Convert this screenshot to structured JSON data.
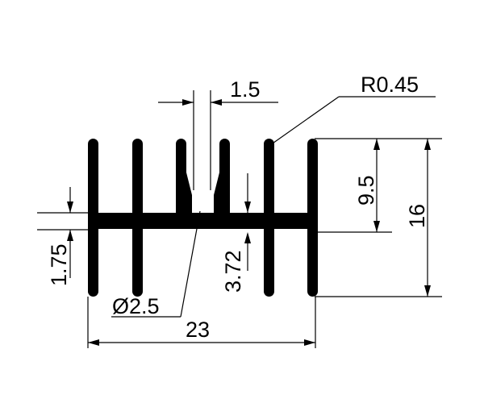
{
  "drawing": {
    "labels": {
      "slot_width": "1.5",
      "fillet_radius": "R0.45",
      "height_upper": "9.5",
      "height_total": "16",
      "base_thickness": "1.75",
      "lower_fin_height": "3.72",
      "hole_diameter": "Ø2.5",
      "total_width": "23"
    },
    "colors": {
      "ink": "#000000",
      "background": "#ffffff"
    }
  }
}
